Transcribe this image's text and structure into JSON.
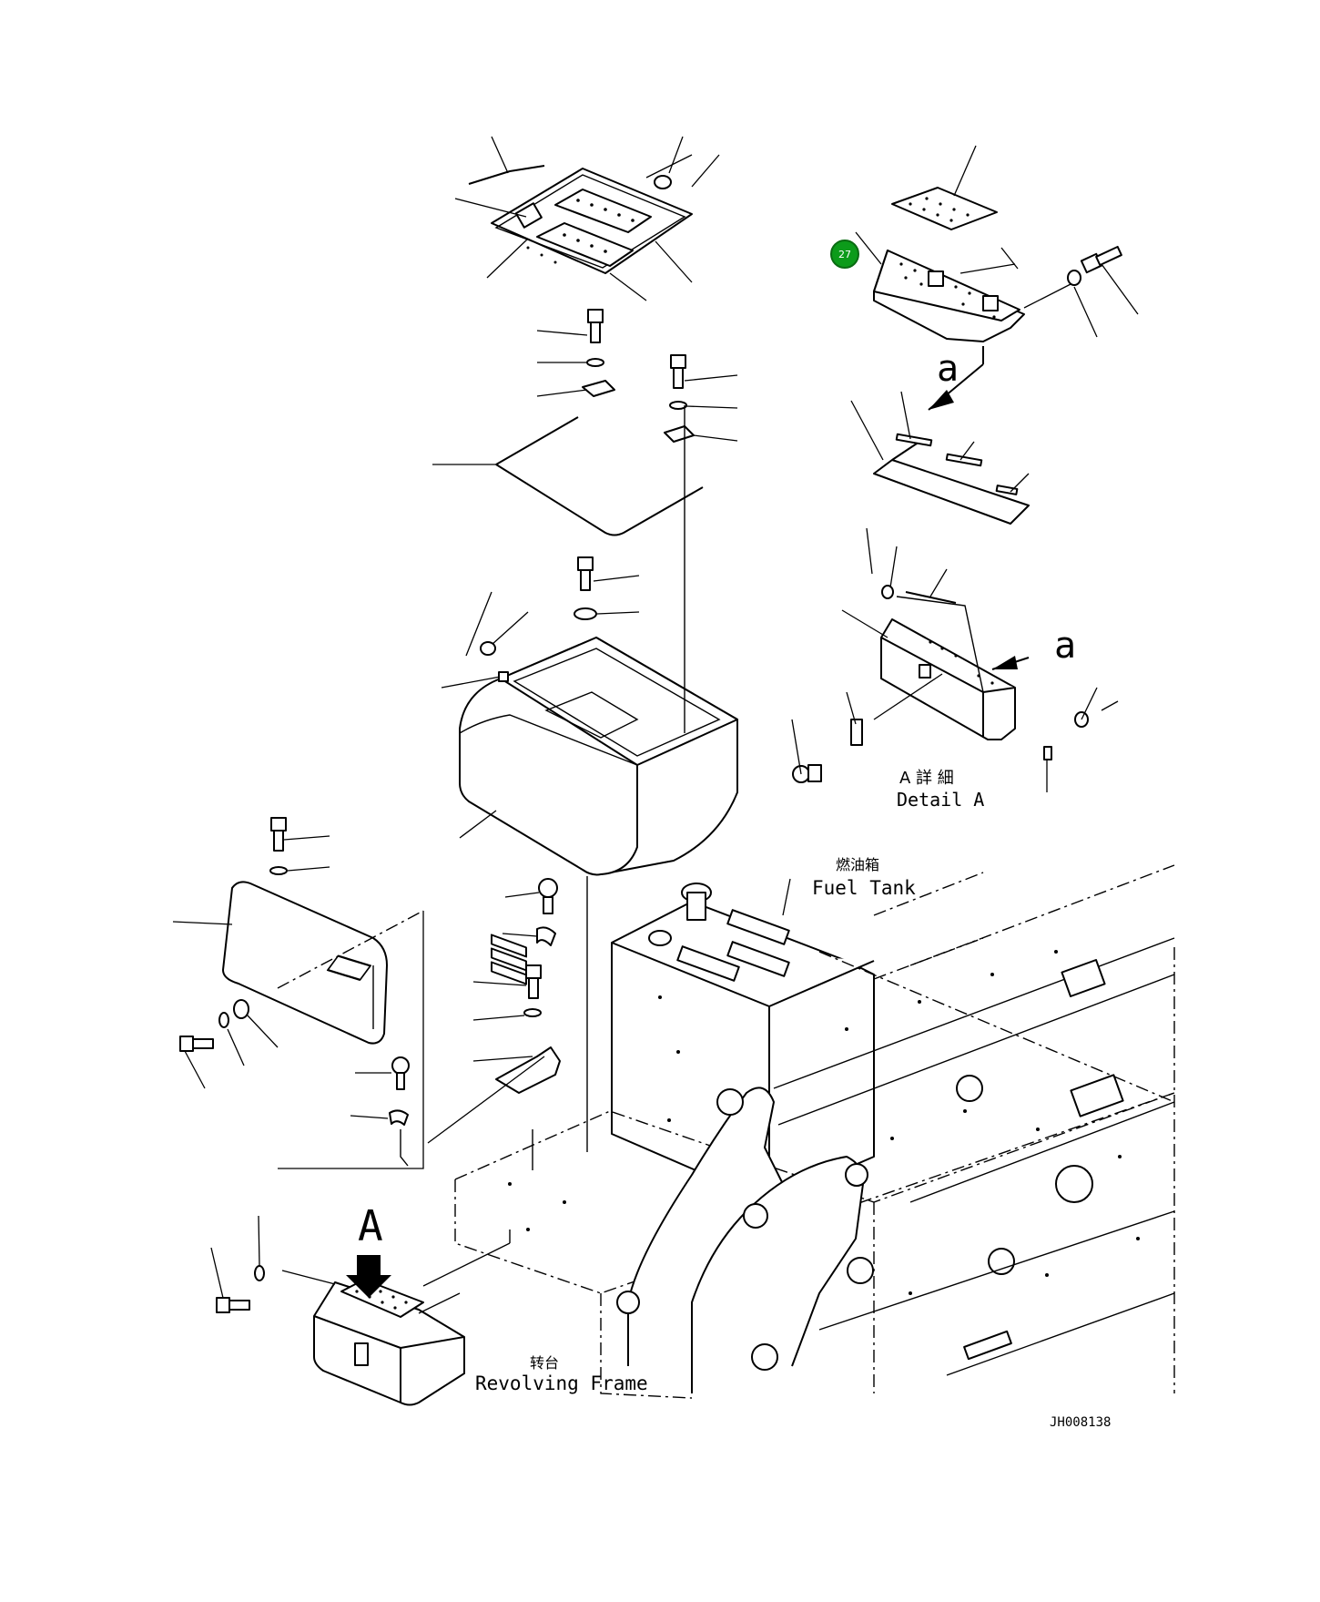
{
  "labels": {
    "detail_a_cn": "A 詳 細",
    "detail_a_en": "Detail A",
    "fuel_tank_cn": "燃油箱",
    "fuel_tank_en": "Fuel Tank",
    "revolving_frame_cn": "转台",
    "revolving_frame_en": "Revolving Frame",
    "view_arrow_upper": "a",
    "view_arrow_lower": "a",
    "detail_marker": "A",
    "drawing_number": "JH008138"
  },
  "callout": {
    "number": "27",
    "color": "#0c9b1a"
  }
}
